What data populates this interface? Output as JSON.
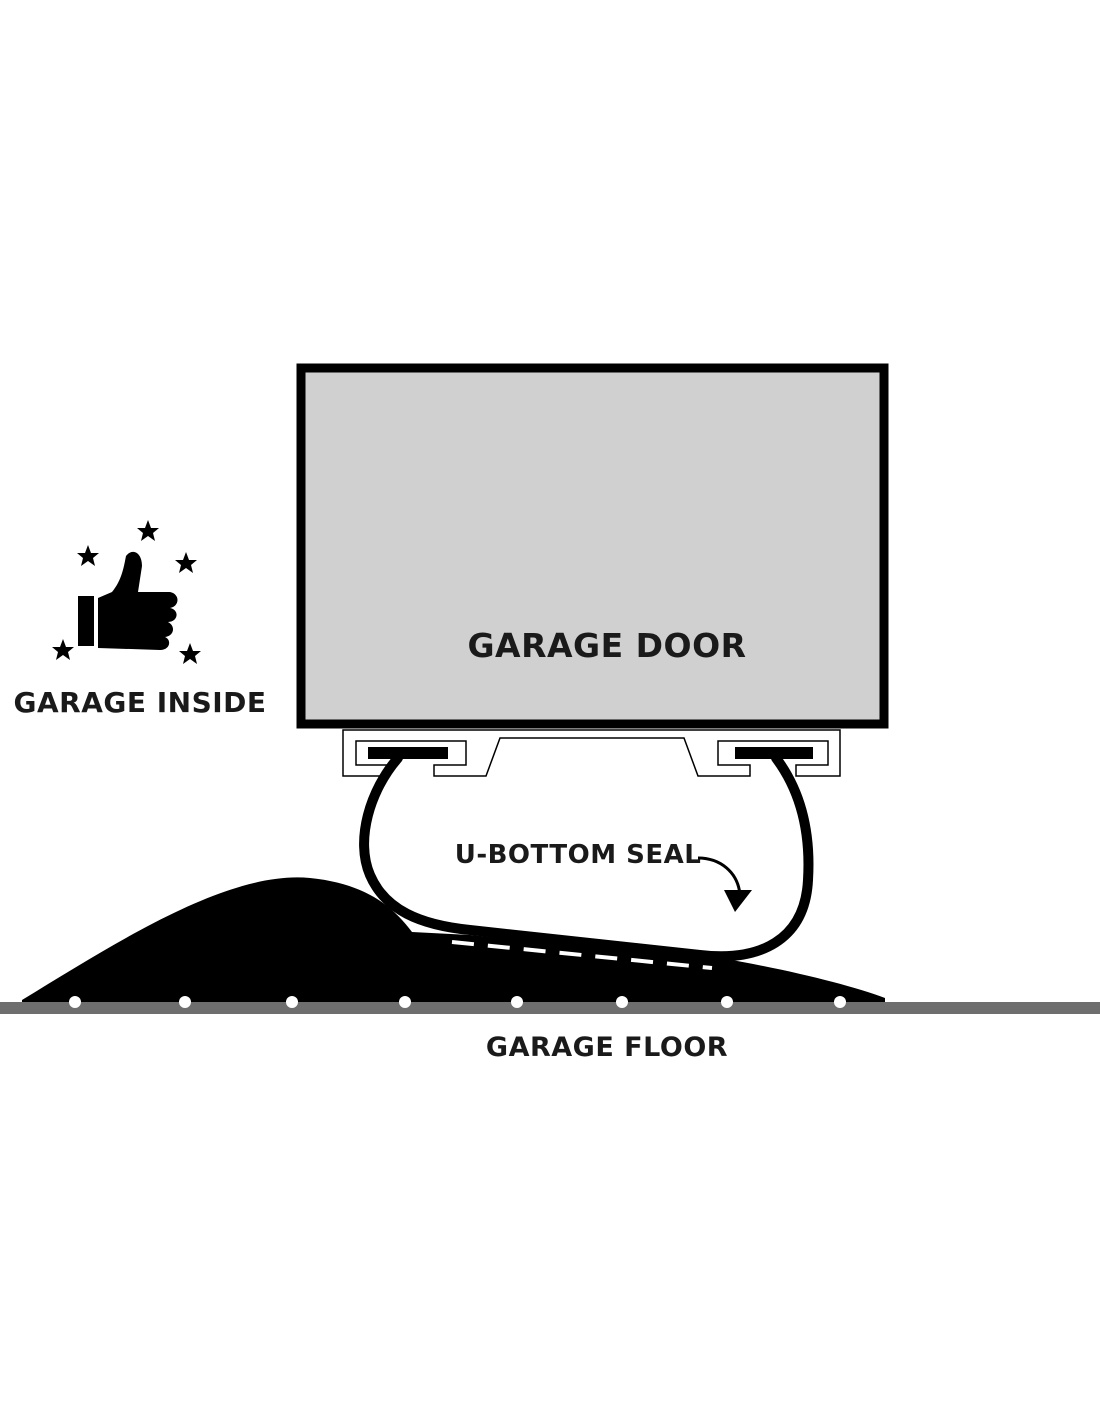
{
  "labels": {
    "door": "GARAGE DOOR",
    "inside": "GARAGE INSIDE",
    "seal": "U-BOTTOM SEAL",
    "floor": "GARAGE FLOOR"
  },
  "colors": {
    "door_fill": "#d0d0d0",
    "ink": "#000000",
    "floor": "#6e6e6e"
  },
  "icons": [
    "thumbs-up-icon",
    "star-icon"
  ]
}
